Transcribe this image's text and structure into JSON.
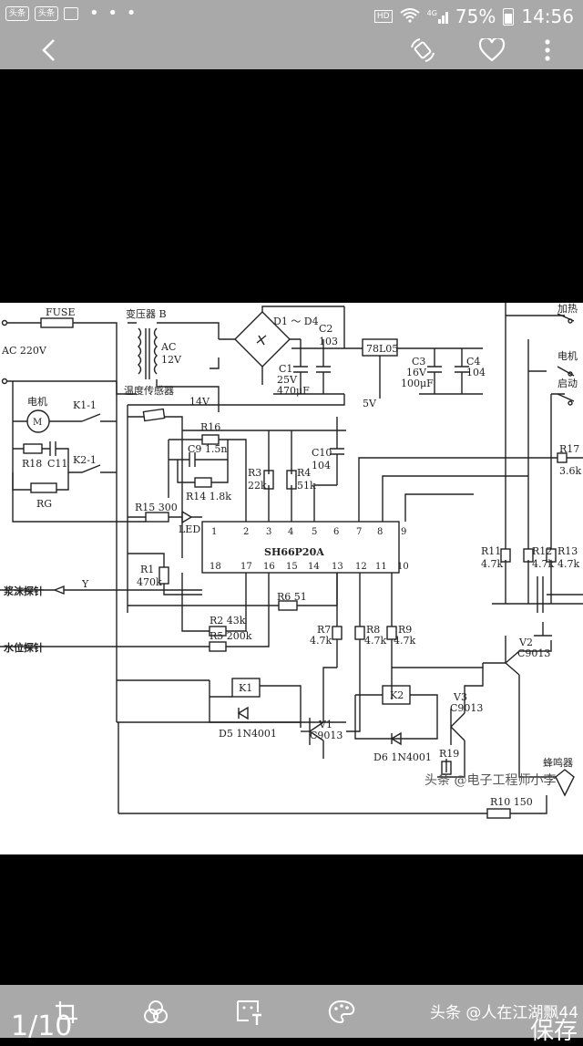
{
  "status_bar": {
    "badge_left_1": "头条",
    "badge_left_2": "头条",
    "overflow": "• • •",
    "hd": "HD",
    "signal": "4G",
    "battery": "75%",
    "time": "14:56"
  },
  "bottom_bar": {
    "page_indicator": "1/10",
    "watermark": "头条 @人在江湖飘44",
    "save_label": "保存"
  },
  "schematic": {
    "labels": {
      "fuse": "FUSE",
      "transformer": "变压器 B",
      "ac220": "AC 220V",
      "ac12": "AC",
      "ac12b": "12V",
      "temp_sensor": "温度传感器",
      "v14": "14V",
      "d1d4": "D1 ～ D4",
      "c2": "C2",
      "c2v": "103",
      "reg": "78L05",
      "c1": "C1",
      "c1a": "25V",
      "c1b": "470μF",
      "c3": "C3",
      "c3a": "16V",
      "c3b": "100μF",
      "c4": "C4",
      "c4v": "104",
      "v5": "5V",
      "heat": "加热",
      "motor_sw": "电机",
      "start": "启动",
      "motor": "电机",
      "k1_1": "K1-1",
      "k2_1": "K2-1",
      "r18": "R18",
      "c11": "C11",
      "rg": "RG",
      "r16": "R16",
      "c9": "C9  1.5n",
      "r14": "R14  1.8k",
      "r3": "R3",
      "r3v": "22k",
      "r4": "R4",
      "r4v": "51k",
      "c10": "C10",
      "c10v": "104",
      "r17": "R17",
      "r17v": "3.6k",
      "r15": "R15 300",
      "led": "LED",
      "ic": "SH66P20A",
      "r1": "R1",
      "r1v": "470k",
      "foam": "浆沫探针",
      "y": "Y",
      "r6": "R6  51",
      "r11": "R11",
      "r11v": "4.7k",
      "r12": "R12",
      "r12v": "4.7k",
      "r13": "R13",
      "r13v": "4.7k",
      "r2": "R2  43k",
      "water": "水位探针",
      "r5": "R5  200k",
      "r7": "R7",
      "r7v": "4.7k",
      "r8": "R8",
      "r8v": "4.7k",
      "r9": "R9",
      "r9v": "4.7k",
      "v2": "V2",
      "v2m": "C9013",
      "k1": "K1",
      "k2": "K2",
      "d5": "D5  1N4001",
      "d6": "D6  1N4001",
      "v1": "V1",
      "v1m": "C9013",
      "v3": "V3",
      "v3m": "C9013",
      "r19": "R19",
      "r10": "R10  150",
      "buzzer": "蜂鸣器",
      "wm": "头条 @电子工程师小李",
      "pin1": "1",
      "pin2": "2",
      "pin3": "3",
      "pin4": "4",
      "pin5": "5",
      "pin6": "6",
      "pin7": "7",
      "pin8": "8",
      "pin9": "9",
      "pin18": "18",
      "pin17": "17",
      "pin16": "16",
      "pin15": "15",
      "pin14": "14",
      "pin13": "13",
      "pin12": "12",
      "pin11": "11",
      "pin10": "10"
    }
  }
}
